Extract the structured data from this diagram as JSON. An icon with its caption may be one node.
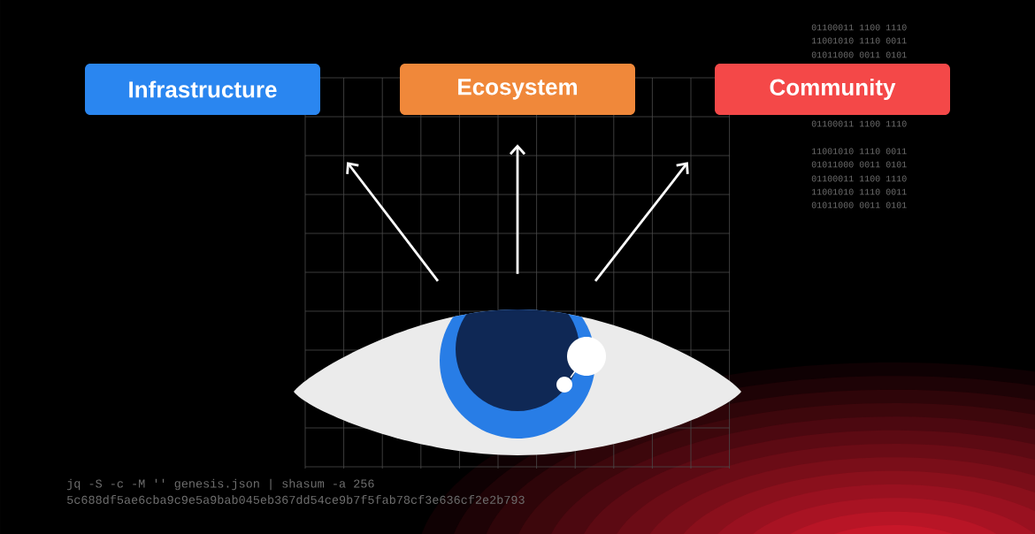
{
  "diagram": {
    "nodes": [
      {
        "text": [
          "Infrastructure"
        ]
      },
      {
        "text": [
          "Ecosystem"
        ]
      },
      {
        "text": [
          "Community"
        ]
      },
      {
        "text": [],
        "shape": "picture"
      }
    ],
    "edges": [
      {
        "from": 3,
        "to": 0,
        "arrow": "to"
      },
      {
        "from": 3,
        "to": 1,
        "arrow": "to"
      },
      {
        "from": 3,
        "to": 2,
        "arrow": "to"
      }
    ],
    "labels": [
      "01100011 1100 1110",
      "11001010 1110 0011",
      "01011000 0011 0101",
      "01100011 1100 1110",
      "11001010 1110 0011",
      "01011000 0011 0101",
      "01100011 1100 1110",
      "11001010 1110 0011",
      "01011000 0011 0101",
      "jq -S -c -M '' genesis.json | shasum -a 256",
      "5c688df5ae6cba9c9e5a9bab045eb367dd54ce9b7f5fab78cf3e636cf2e2b793"
    ]
  }
}
